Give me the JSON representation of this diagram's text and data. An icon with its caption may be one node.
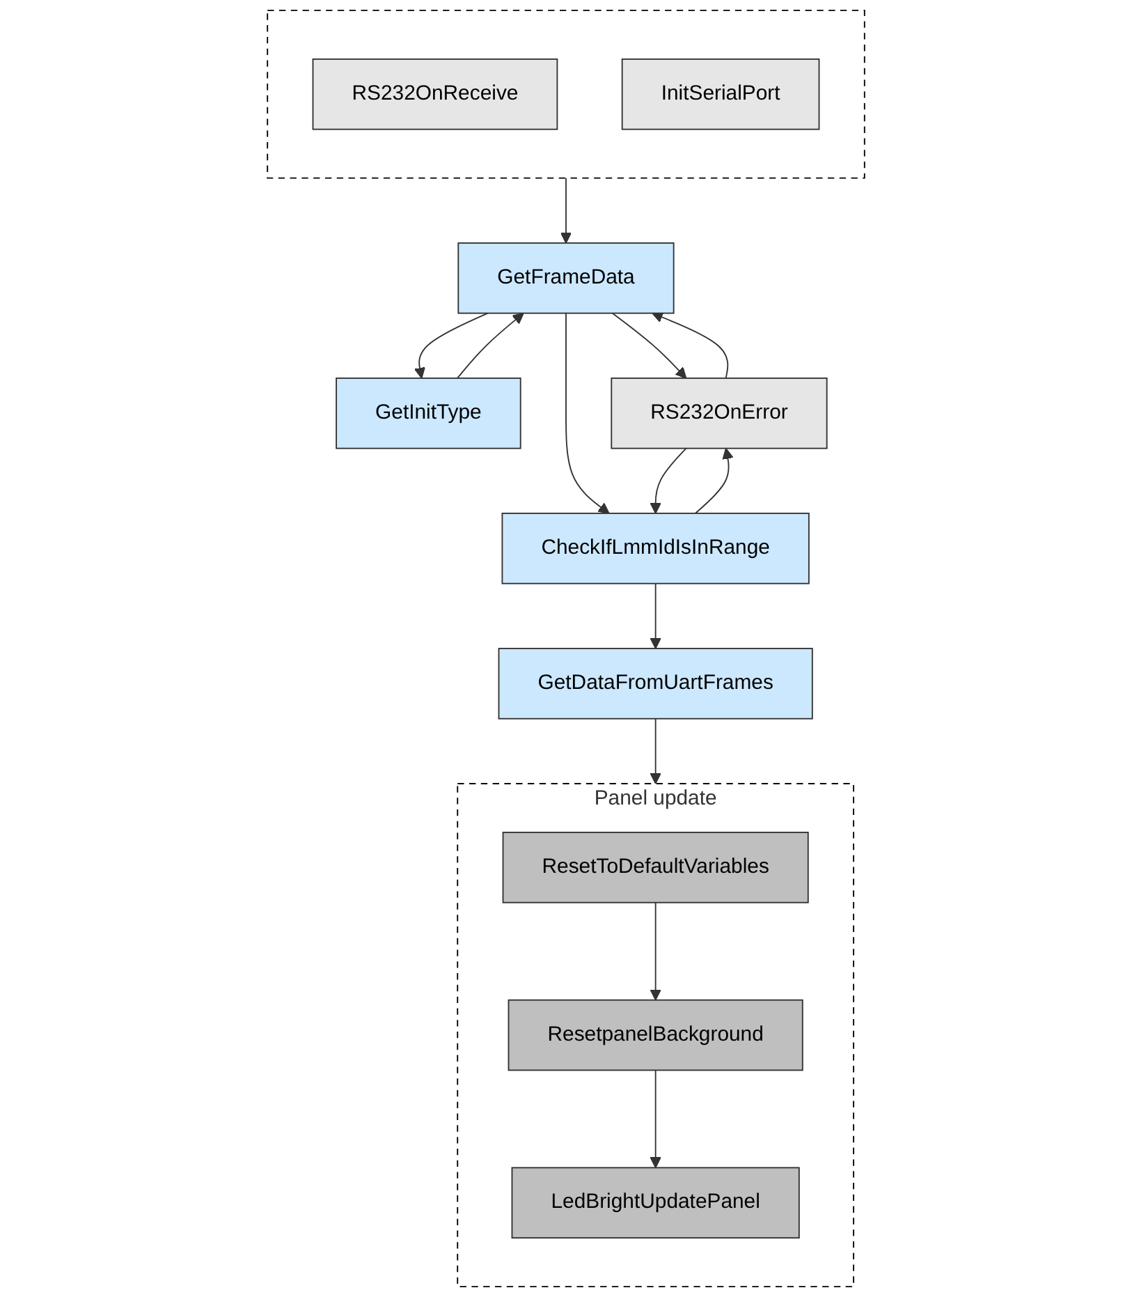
{
  "diagram": {
    "nodes": [
      {
        "text": [],
        "shape": "box"
      },
      {
        "text": [
          "RS232OnReceive"
        ],
        "in": 0
      },
      {
        "text": [
          "InitSerialPort"
        ],
        "in": 0
      },
      {
        "text": [
          "GetFrameData"
        ]
      },
      {
        "text": [
          "GetInitType"
        ]
      },
      {
        "text": [
          "RS232OnError"
        ]
      },
      {
        "text": [
          "CheckIfLmmIdIsInRange"
        ]
      },
      {
        "text": [
          "GetDataFromUartFrames"
        ]
      },
      {
        "text": [
          "Panel update"
        ]
      },
      {
        "text": [
          "ResetToDefaultVariables"
        ],
        "in": 8
      },
      {
        "text": [
          "ResetpanelBackground"
        ],
        "in": 8
      },
      {
        "text": [
          "LedBrightUpdatePanel"
        ],
        "in": 8
      }
    ],
    "edges": [
      {
        "from": 0,
        "to": 3,
        "arrow": "to"
      },
      {
        "from": 3,
        "to": 5,
        "arrow": "to"
      },
      {
        "from": 5,
        "to": 3,
        "arrow": "to"
      },
      {
        "from": 3,
        "to": 4,
        "arrow": "to"
      },
      {
        "from": 4,
        "to": 3,
        "arrow": "to"
      },
      {
        "from": 3,
        "to": 6,
        "arrow": "to"
      },
      {
        "from": 6,
        "to": 5,
        "arrow": "to"
      },
      {
        "from": 5,
        "to": 6,
        "arrow": "to"
      },
      {
        "from": 6,
        "to": 7,
        "arrow": "to"
      },
      {
        "from": 7,
        "to": 8,
        "arrow": "to"
      },
      {
        "from": 9,
        "to": 10,
        "arrow": "to"
      },
      {
        "from": 10,
        "to": 11,
        "arrow": "to"
      }
    ]
  }
}
